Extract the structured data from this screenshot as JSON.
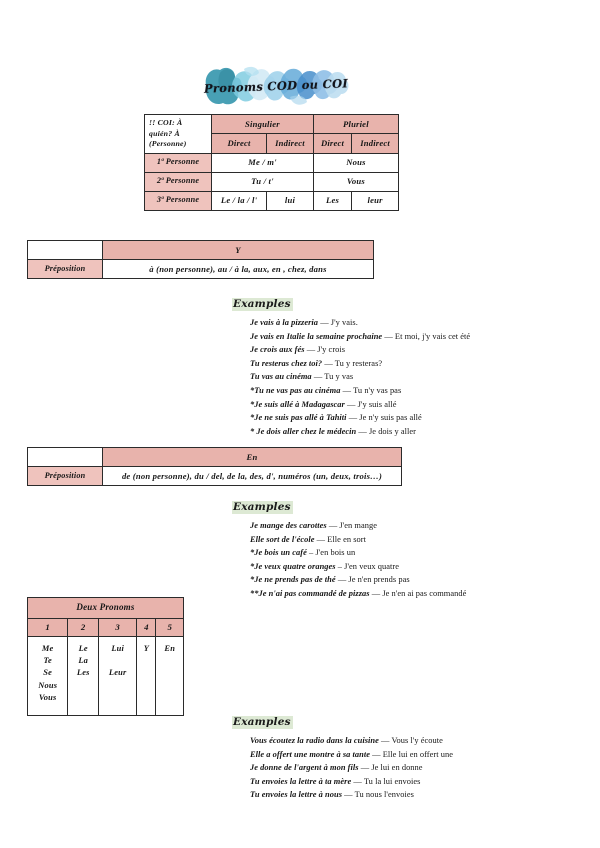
{
  "document": {
    "title": "Pronoms COD ou COI"
  },
  "banner": {
    "title_text": "Pronoms COD ou COI"
  },
  "colors": {
    "header_pink": "#e8b3ac",
    "label_pink": "#efc3bd",
    "examples_highlight": "#dde9d4",
    "border": "#2b2b2b",
    "banner_teal": "#3aa8bf",
    "banner_blue": "#4a86c8",
    "banner_light": "#bfe0ef"
  },
  "table_pronouns": {
    "corner_label": "!! COI: À quién? À (Personne)",
    "group_headers": [
      "Singulier",
      "Pluriel"
    ],
    "sub_headers": [
      "Direct",
      "Indirect",
      "Direct",
      "Indirect"
    ],
    "rows": [
      {
        "label": "1ª Personne",
        "singular": "Me / m'",
        "plural": "Nous"
      },
      {
        "label": "2ª Personne",
        "singular": "Tu / t'",
        "plural": "Vous"
      },
      {
        "label": "3ª Personne",
        "sing_direct": "Le / la / l'",
        "sing_indirect": "lui",
        "plur_direct": "Les",
        "plur_indirect": "leur"
      }
    ]
  },
  "table_y": {
    "header": "Y",
    "row_label": "Préposition",
    "row_value": "à (non personne), au / à la, aux, en , chez, dans"
  },
  "table_en": {
    "header": "En",
    "row_label": "Préposition",
    "row_value": "de (non personne), du / del, de la, des, d', numéros (un, deux, trois…)"
  },
  "table_deux": {
    "title": "Deux Pronoms",
    "columns": [
      "1",
      "2",
      "3",
      "4",
      "5"
    ],
    "cells": [
      "Me\nTe\nSe\nNous\nVous",
      "Le\nLa\nLes",
      "Lui\n\nLeur",
      "Y",
      "En"
    ]
  },
  "examples_y": {
    "heading": "Examples",
    "items": [
      {
        "source": "Je vais à la pizzeria",
        "dash": "—",
        "result": "J'y vais."
      },
      {
        "source": "Je vais en Italie la semaine prochaine",
        "dash": "—",
        "result": "Et moi, j'y vais cet été"
      },
      {
        "source": "Je crois aux fés",
        "dash": "—",
        "result": "J'y crois"
      },
      {
        "source": "Tu resteras chez toi?",
        "dash": "—",
        "result": "Tu y resteras?"
      },
      {
        "source": "Tu vas au cinéma",
        "dash": "—",
        "result": "Tu y vas"
      },
      {
        "source": "*Tu ne vas pas au cinéma",
        "dash": "—",
        "result": "Tu n'y vas pas"
      },
      {
        "source": "*Je suis allé à Madagascar",
        "dash": "—",
        "result": "J'y suis allé"
      },
      {
        "source": "*Je ne suis pas allé à Tahiti",
        "dash": "—",
        "result": "Je n'y suis pas allé"
      },
      {
        "source": "* Je dois aller chez le médecin",
        "dash": "—",
        "result": "Je dois y aller"
      }
    ]
  },
  "examples_en": {
    "heading": "Examples",
    "items": [
      {
        "source": "Je mange des carottes",
        "dash": "—",
        "result": "J'en mange"
      },
      {
        "source": "Elle sort de l'école",
        "dash": "—",
        "result": "Elle en sort"
      },
      {
        "source": "*Je bois un café",
        "dash": "–",
        "result": "J'en bois un"
      },
      {
        "source": "*Je veux quatre oranges",
        "dash": "–",
        "result": "J'en veux quatre"
      },
      {
        "source": "*Je ne prends pas de thé",
        "dash": "—",
        "result": "Je n'en prends pas"
      },
      {
        "source": "**Je n'ai pas commandé de pizzas",
        "dash": "—",
        "result": "Je n'en ai pas commandé"
      }
    ]
  },
  "examples_deux": {
    "heading": "Examples",
    "items": [
      {
        "source": "Vous écoutez la radio dans la cuisine",
        "dash": "—",
        "result": "Vous l'y écoute"
      },
      {
        "source": "Elle a offert une montre à sa tante",
        "dash": "—",
        "result": "Elle lui en offert une"
      },
      {
        "source": "Je donne de l'argent à mon fils",
        "dash": "—",
        "result": "Je lui en donne"
      },
      {
        "source": "Tu envoies la lettre à ta mère",
        "dash": "—",
        "result": "Tu la lui envoies"
      },
      {
        "source": "Tu envoies la lettre à nous",
        "dash": "—",
        "result": "Tu nous l'envoies"
      }
    ]
  }
}
